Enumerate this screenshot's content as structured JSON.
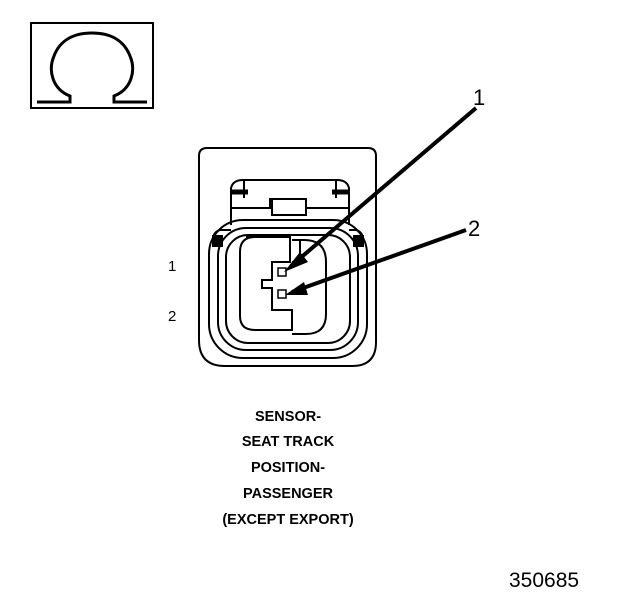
{
  "symbol": {
    "icon": "ohm-omega-icon"
  },
  "connector": {
    "icon": "two-pin-connector-face-icon"
  },
  "callouts": [
    {
      "label": "1"
    },
    {
      "label": "2"
    }
  ],
  "pin_labels": [
    {
      "label": "1"
    },
    {
      "label": "2"
    }
  ],
  "caption": {
    "lines": [
      "SENSOR-",
      "SEAT TRACK",
      "POSITION-",
      "PASSENGER",
      "(EXCEPT EXPORT)"
    ]
  },
  "figure_number": "350685"
}
